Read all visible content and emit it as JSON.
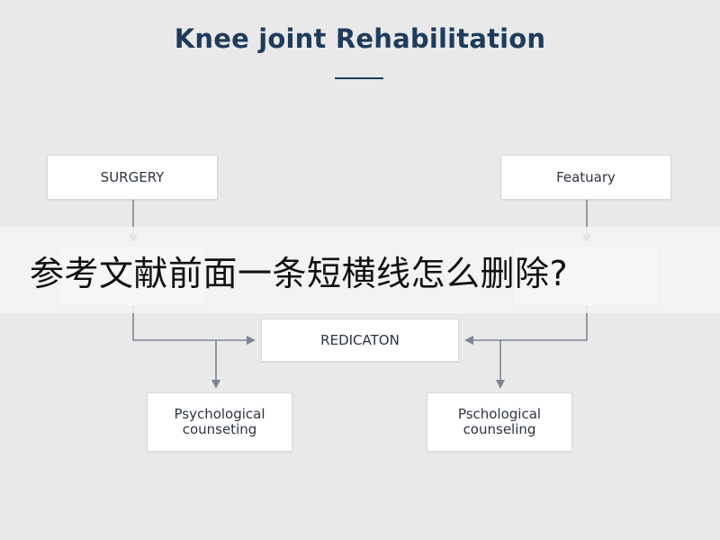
{
  "diagram": {
    "title": "Knee joint Rehabilitation",
    "nodes": {
      "surgery": "SURGERY",
      "featuary": "Featuary",
      "mid_left": "",
      "mid_right": "",
      "redication": "REDICATON",
      "psych_left": "Psychological\ncounseting",
      "psych_right": "Pschological\ncounseling"
    }
  },
  "overlay": {
    "question": "参考文献前面一条短横线怎么删除?"
  },
  "colors": {
    "background": "#e9e9ea",
    "title": "#1f3b5c",
    "connector": "#7c8594",
    "overlay_band": "#f4f4f5"
  }
}
